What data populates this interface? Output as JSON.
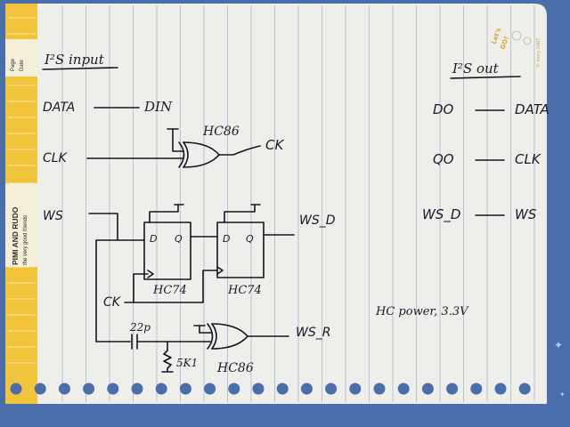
{
  "colors": {
    "background": "#4a6ea9",
    "paper": "#eeeeea",
    "ruling": "#b8c4d6",
    "stripe": "#f2c43b",
    "ink": "#15151f",
    "logo": "#d9a23a"
  },
  "sidebar": {
    "brand": "PIMI AND RUDO",
    "tagline": "the very good friends",
    "page_label": "Page",
    "date_label": "Date"
  },
  "logo": {
    "text1": "Let's",
    "text2": "GO!",
    "copyright": "© Ivory 2007"
  },
  "input": {
    "title": "I²S input",
    "data": "DATA",
    "din": "DIN",
    "clk": "CLK",
    "clk_out": "CK",
    "ws": "WS",
    "ws_d": "WS_D",
    "ws_r": "WS_R",
    "ck_in": "CK",
    "xor_top": "HC86",
    "xor_bottom": "HC86",
    "ff1": "HC74",
    "ff2": "HC74",
    "d_pin": "D",
    "q_pin": "Q",
    "cap": "22p",
    "res": "5K1"
  },
  "output": {
    "title": "I²S out",
    "rows": [
      {
        "left": "DO",
        "right": "DATA"
      },
      {
        "left": "QO",
        "right": "CLK"
      },
      {
        "left": "WS_D",
        "right": "WS"
      }
    ]
  },
  "note": "HC power, 3.3V"
}
